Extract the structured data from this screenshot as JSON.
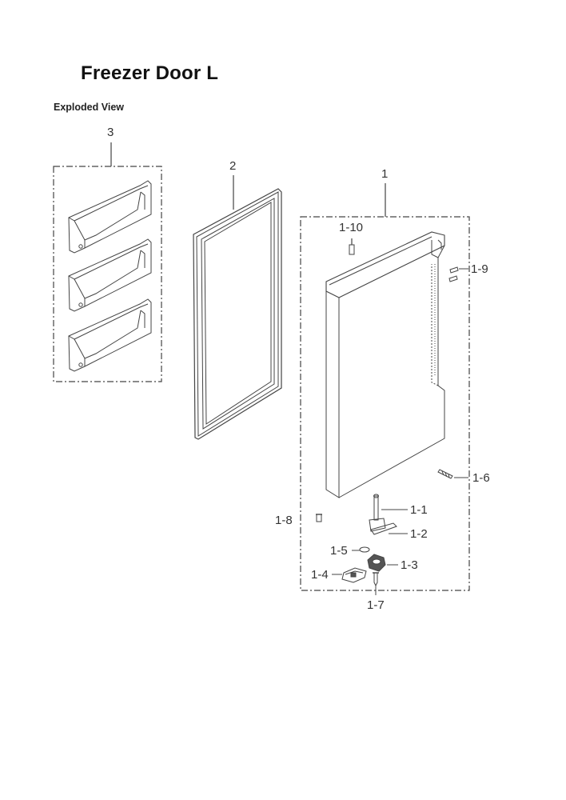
{
  "page": {
    "title": "Freezer Door L",
    "subtitle": "Exploded View"
  },
  "callouts": [
    {
      "id": "3",
      "label": "3"
    },
    {
      "id": "2",
      "label": "2"
    },
    {
      "id": "1",
      "label": "1"
    },
    {
      "id": "1-10",
      "label": "1-10"
    },
    {
      "id": "1-9",
      "label": "1-9"
    },
    {
      "id": "1-6",
      "label": "1-6"
    },
    {
      "id": "1-1",
      "label": "1-1"
    },
    {
      "id": "1-8",
      "label": "1-8"
    },
    {
      "id": "1-2",
      "label": "1-2"
    },
    {
      "id": "1-5",
      "label": "1-5"
    },
    {
      "id": "1-3",
      "label": "1-3"
    },
    {
      "id": "1-4",
      "label": "1-4"
    },
    {
      "id": "1-7",
      "label": "1-7"
    }
  ]
}
